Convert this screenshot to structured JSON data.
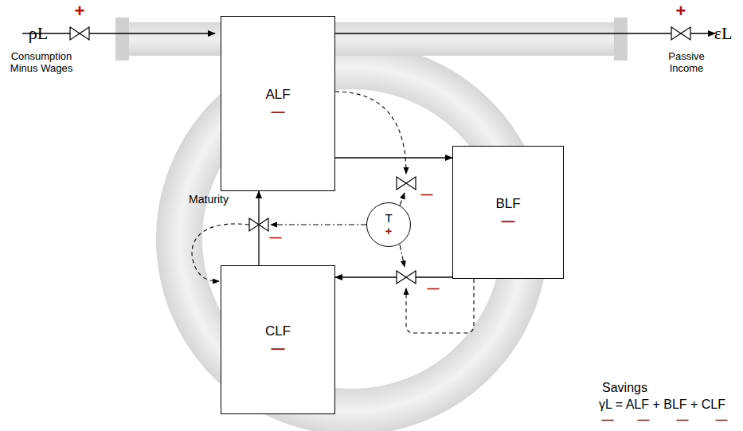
{
  "diagram": {
    "nodes": [
      {
        "text": [
          "ALF",
          "—"
        ]
      },
      {
        "text": [
          "BLF",
          "—"
        ]
      },
      {
        "text": [
          "CLF",
          "—"
        ]
      },
      {
        "text": [
          "T",
          "+"
        ]
      }
    ],
    "edges": [
      {
        "from": 0,
        "to": 1,
        "arrow": "to"
      },
      {
        "from": 1,
        "to": 2,
        "arrow": "to"
      },
      {
        "from": 2,
        "to": 0,
        "arrow": "to"
      }
    ],
    "labels": [
      "+",
      "ρL",
      "Consumption Minus Wages",
      "+",
      "εL",
      "Passive Income",
      "—",
      "Maturity",
      "—",
      "—",
      "Savings",
      "γL = ALF + BLF + CLF",
      "—",
      "—",
      "—",
      "—"
    ]
  }
}
